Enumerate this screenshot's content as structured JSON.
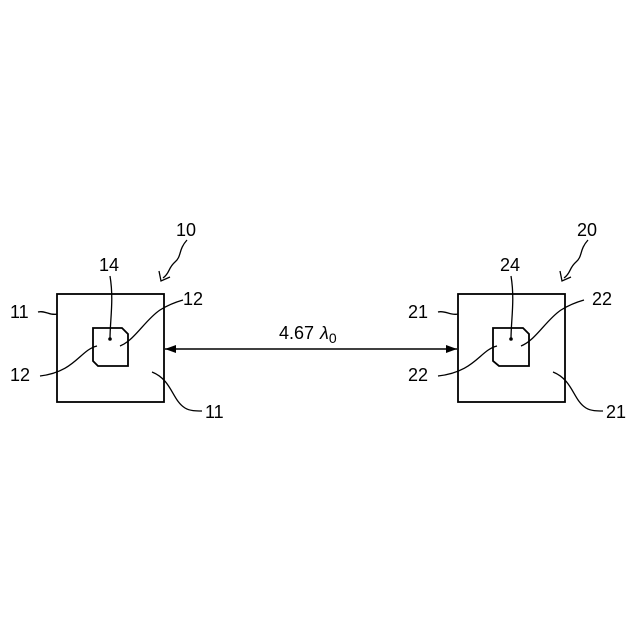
{
  "left_antenna": {
    "ref": "10",
    "substrate_top": "11",
    "substrate_bottom": "11",
    "element_right": "12",
    "element_left": "12",
    "feed": "14"
  },
  "right_antenna": {
    "ref": "20",
    "substrate_top": "21",
    "substrate_bottom": "21",
    "element_right": "22",
    "element_left": "22",
    "feed": "24"
  },
  "distance": {
    "value": "4.67",
    "symbol": "λ",
    "subscript": "0"
  }
}
